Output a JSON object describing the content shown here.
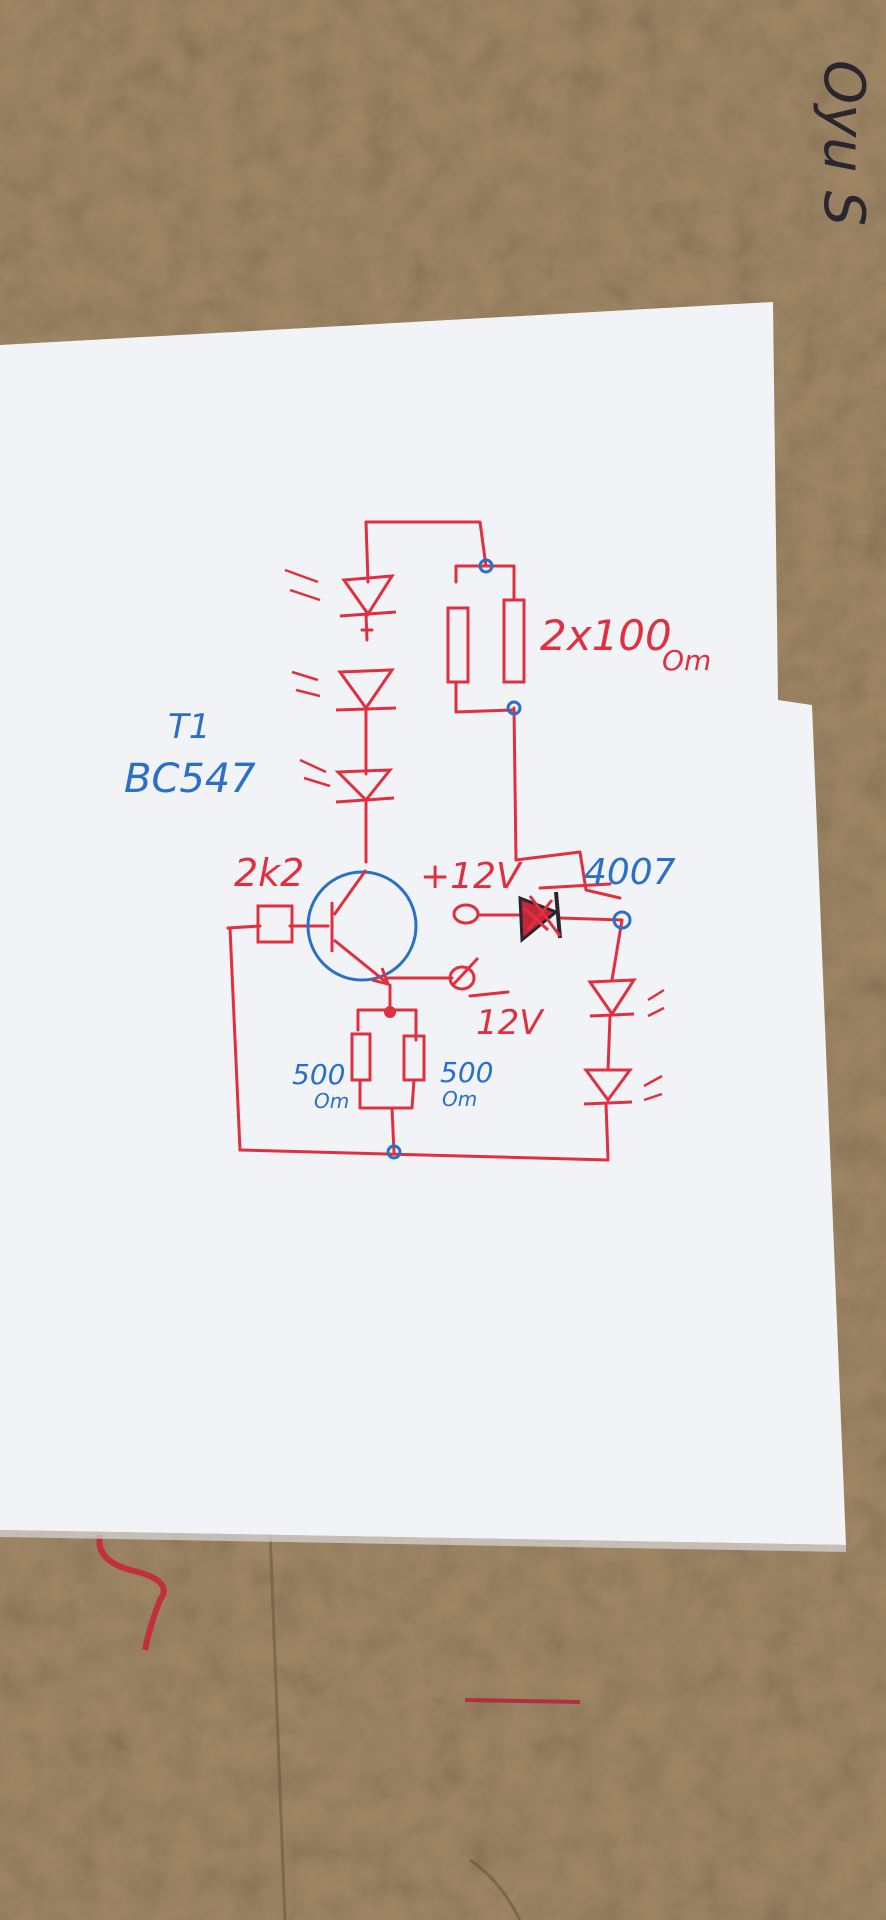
{
  "colors": {
    "cardboard": "#9c8463",
    "cardboard_dark": "#7b654a",
    "paper": "#f1f3f6",
    "ink_red": "#e03040",
    "ink_blue": "#2a70c8",
    "ink_black": "#2b2530"
  },
  "labels": {
    "transistor_ref": "T1",
    "transistor_model": "BC547",
    "base_resistor": "2k2",
    "top_resistors": "2x100",
    "top_resistors_unit": "Om",
    "supply_plus": "+12V",
    "supply_minus": "12V",
    "diode_model": "4007",
    "emitter_r_left": "500",
    "emitter_r_left_unit": "Om",
    "emitter_r_right": "500",
    "emitter_r_right_unit": "Om",
    "corner_scribble": "Oyu S"
  },
  "icons": [
    "led-icon",
    "resistor-icon",
    "transistor-icon",
    "diode-icon",
    "terminal-icon",
    "junction-dot-icon"
  ]
}
